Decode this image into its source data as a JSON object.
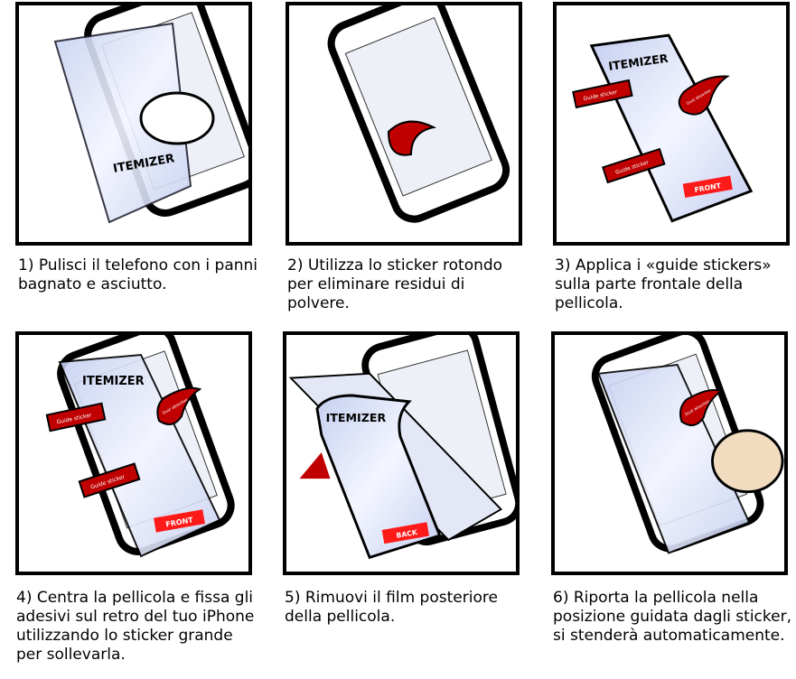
{
  "logo_text": "ITEMIZER",
  "sticker_labels": {
    "guide": "Guide sticker",
    "dust": "Dust absorber",
    "front": "FRONT",
    "back": "BACK"
  },
  "colors": {
    "sticker_red": "#c00000",
    "film_blue": "#cdd6f2",
    "outline": "#000000"
  },
  "steps": [
    {
      "caption": "1) Pulisci il telefono con i panni bagnato e asciutto."
    },
    {
      "caption": "2) Utilizza lo sticker rotondo per eliminare residui di polvere."
    },
    {
      "caption": "3) Applica i «guide stickers» sulla parte frontale della pellicola."
    },
    {
      "caption": "4) Centra la pellicola e fissa gli adesivi sul retro del tuo iPhone utilizzando lo sticker grande per sollevarla."
    },
    {
      "caption": "5) Rimuovi il film posteriore della pellicola."
    },
    {
      "caption": "6) Riporta la pellicola nella posizione guidata dagli sticker, si stenderà automaticamente."
    }
  ]
}
